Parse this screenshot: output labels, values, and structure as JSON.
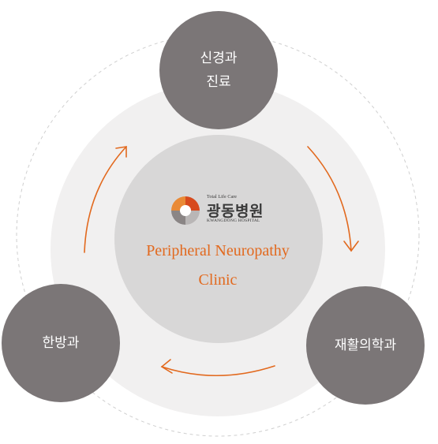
{
  "logo": {
    "tagline": "Total Life Care",
    "name": "광동병원",
    "english": "KWANGDONG HOSPITAL"
  },
  "center": {
    "line1": "Peripheral Neuropathy",
    "line2": "Clinic"
  },
  "nodes": {
    "top": {
      "line1": "신경과",
      "line2": "진료"
    },
    "left": {
      "label": "한방과"
    },
    "right": {
      "label": "재활의학과"
    }
  },
  "colors": {
    "node_fill": "#7b7677",
    "accent_orange": "#e2691e",
    "ring_light": "#f1f0f0",
    "center_fill": "#d8d7d7",
    "dashed_ring": "#cfcfcf"
  },
  "icons": [
    "hospital-logo-mark-icon",
    "arrow-top-to-right-icon",
    "arrow-right-to-left-icon",
    "arrow-left-to-top-icon"
  ]
}
